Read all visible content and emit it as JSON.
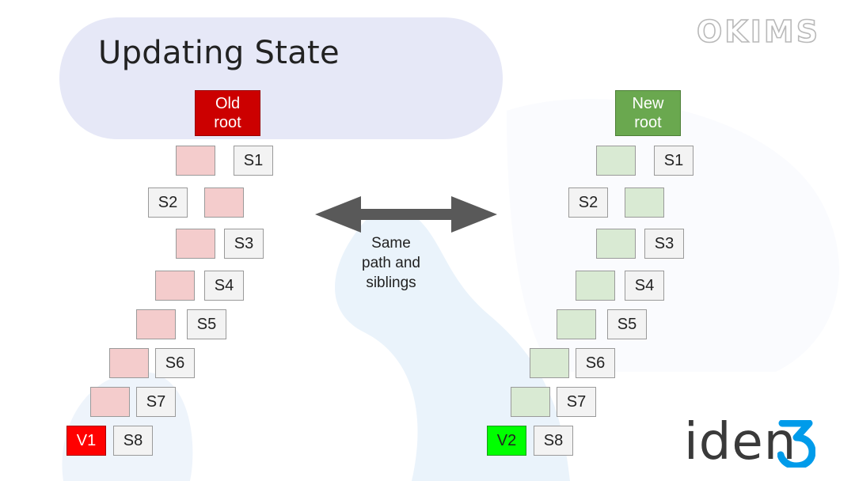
{
  "slide": {
    "title": "Updating State",
    "watermark": "OKIMS",
    "logo_text": "iden",
    "logo_mark": "3",
    "accent_blue": "#009bea"
  },
  "diagram": {
    "caption_lines": [
      "Same",
      "path and",
      "siblings"
    ],
    "old_tree": {
      "root_lines": [
        "Old",
        "root"
      ],
      "root_color": "#cc0000",
      "path_color": "#f4cccc",
      "leaf_label": "V1",
      "leaf_color": "#ff0000",
      "siblings": [
        "S1",
        "S2",
        "S3",
        "S4",
        "S5",
        "S6",
        "S7",
        "S8"
      ]
    },
    "new_tree": {
      "root_lines": [
        "New",
        "root"
      ],
      "root_color": "#6aa84f",
      "path_color": "#d9ead3",
      "leaf_label": "V2",
      "leaf_color": "#00ff00",
      "siblings": [
        "S1",
        "S2",
        "S3",
        "S4",
        "S5",
        "S6",
        "S7",
        "S8"
      ]
    }
  }
}
